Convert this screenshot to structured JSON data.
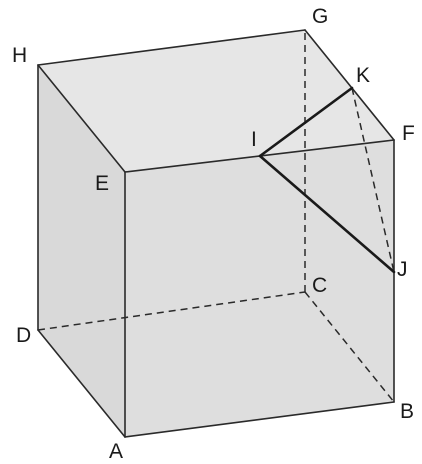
{
  "figure": {
    "colors": {
      "background": "#ffffff",
      "face_fill": "#dedede",
      "top_fill": "#e4e4e4",
      "edge": "#2a2a2a"
    },
    "labels": {
      "A": "A",
      "B": "B",
      "C": "C",
      "D": "D",
      "E": "E",
      "F": "F",
      "G": "G",
      "H": "H",
      "I": "I",
      "J": "J",
      "K": "K"
    },
    "segments": {
      "visible": [
        "AB",
        "AE",
        "BF",
        "EF",
        "EH",
        "FG",
        "GH",
        "AD_hidden_no",
        "DH",
        "IK",
        "IJ",
        "KF"
      ],
      "hidden": [
        "AD",
        "DC",
        "CB",
        "CG",
        "KJ"
      ]
    }
  }
}
